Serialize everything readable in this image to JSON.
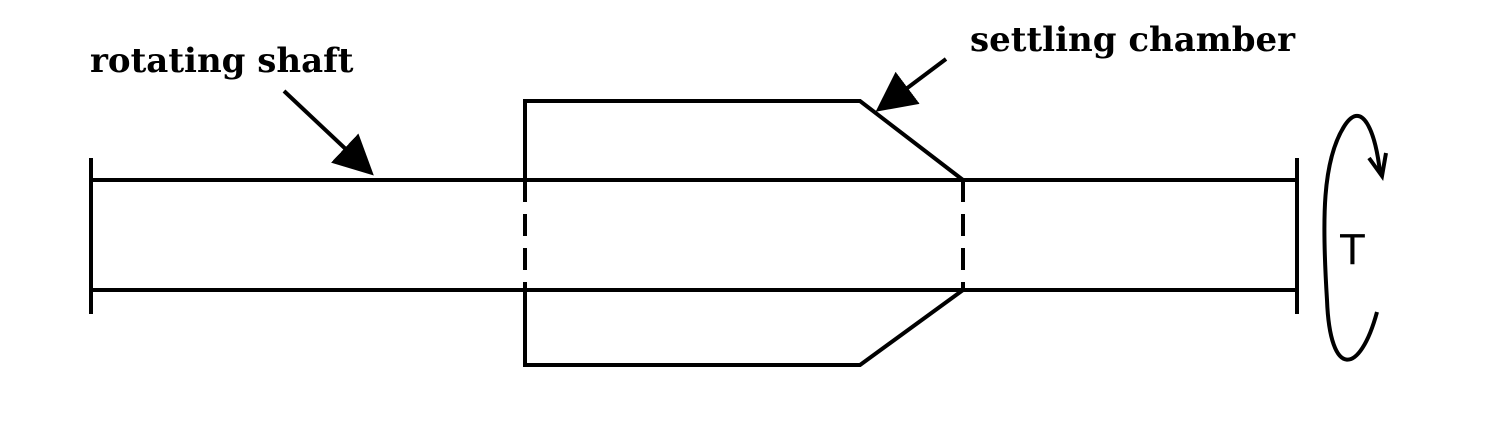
{
  "labels": {
    "rotating_shaft": "rotating shaft",
    "settling_chamber": "settling chamber",
    "torque": "T"
  }
}
